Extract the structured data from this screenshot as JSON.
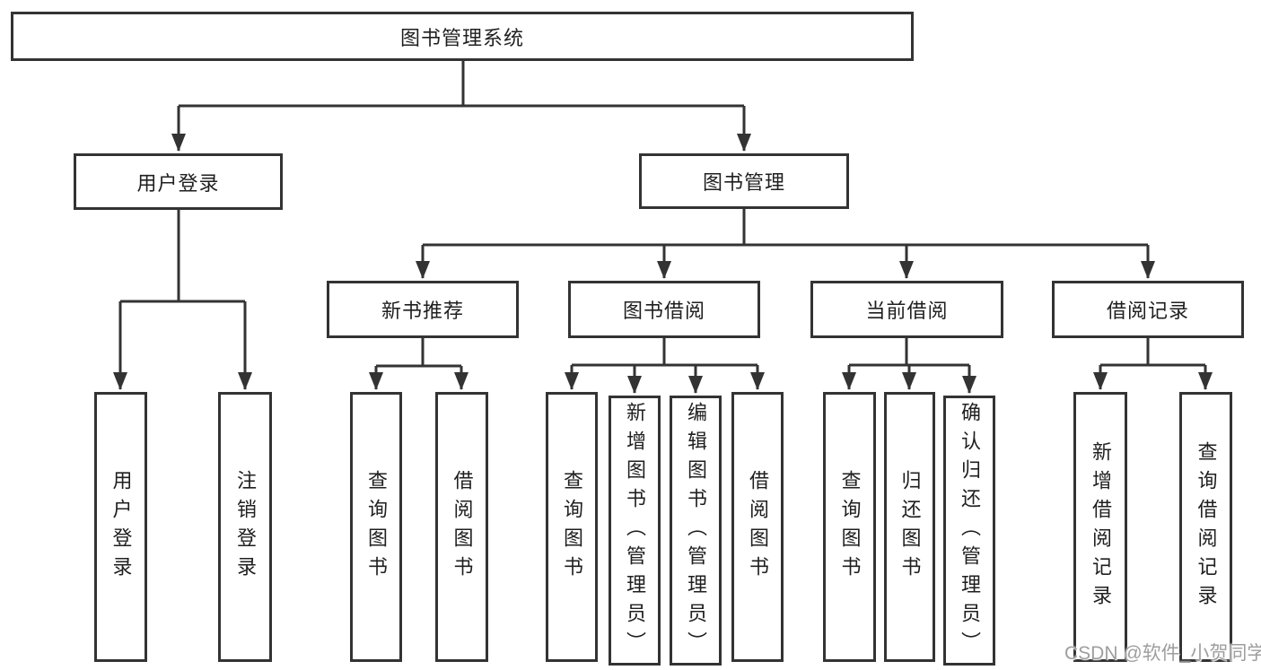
{
  "diagram": {
    "root": "图书管理系统",
    "branches": {
      "user_login": {
        "label": "用户登录",
        "children": {
          "login": "用户登录",
          "logout": "注销登录"
        }
      },
      "book_mgmt": {
        "label": "图书管理",
        "sections": {
          "new_book_rec": {
            "label": "新书推荐",
            "children": {
              "query": "查询图书",
              "borrow": "借阅图书"
            }
          },
          "book_borrow": {
            "label": "图书借阅",
            "children": {
              "query": "查询图书",
              "add_admin": "新增图书（管理员）",
              "edit_admin": "编辑图书（管理员）",
              "borrow": "借阅图书"
            }
          },
          "current_borrow": {
            "label": "当前借阅",
            "children": {
              "query": "查询图书",
              "return_book": "归还图书",
              "confirm_admin": "确认归还（管理员）"
            }
          },
          "borrow_record": {
            "label": "借阅记录",
            "children": {
              "add_record": "新增借阅记录",
              "query_record": "查询借阅记录"
            }
          }
        }
      }
    }
  },
  "watermark": {
    "text": "CSDN @软件_小贺同学"
  },
  "colors": {
    "line": "#333333",
    "box_border": "#333333",
    "box_fill": "#ffffff",
    "text": "#1f1f1f",
    "watermark": "#9e9e9e",
    "background": "#ffffff"
  }
}
